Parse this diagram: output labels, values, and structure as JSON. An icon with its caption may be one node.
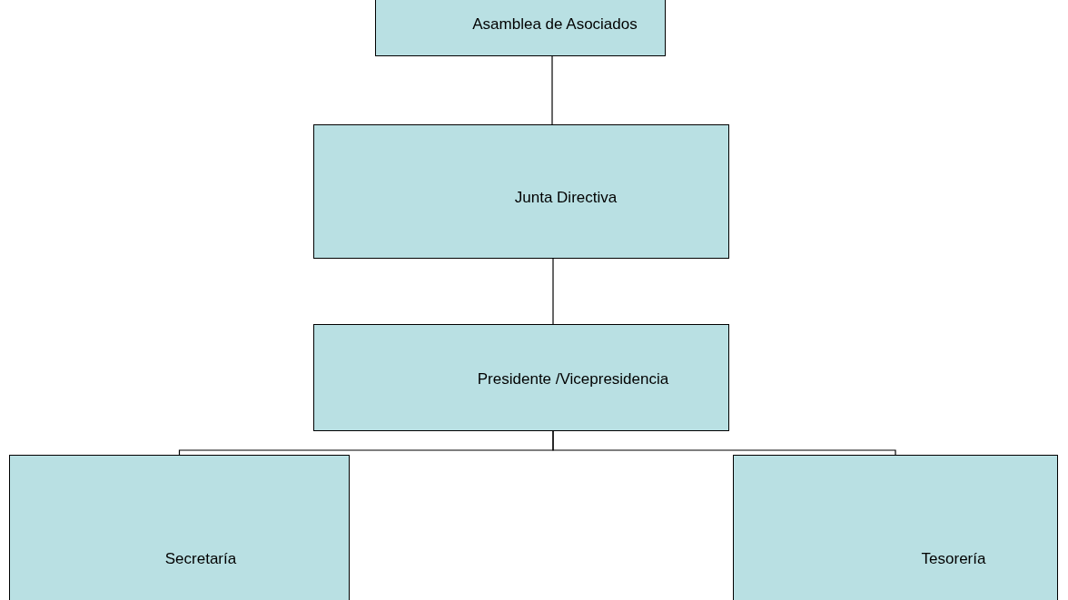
{
  "diagram": {
    "nodes": [
      {
        "text": [
          "Asamblea de Asociados"
        ]
      },
      {
        "text": [
          "Junta Directiva"
        ]
      },
      {
        "text": [
          "Presidente /Vicepresidencia"
        ]
      },
      {
        "text": [
          "Secretaría"
        ]
      },
      {
        "text": [
          "Tesorería"
        ]
      }
    ],
    "edges": [
      {
        "from": 0,
        "to": 1,
        "arrow": "none"
      },
      {
        "from": 1,
        "to": 2,
        "arrow": "none"
      },
      {
        "from": 2,
        "to": 3,
        "arrow": "none"
      },
      {
        "from": 2,
        "to": 4,
        "arrow": "none"
      }
    ]
  }
}
